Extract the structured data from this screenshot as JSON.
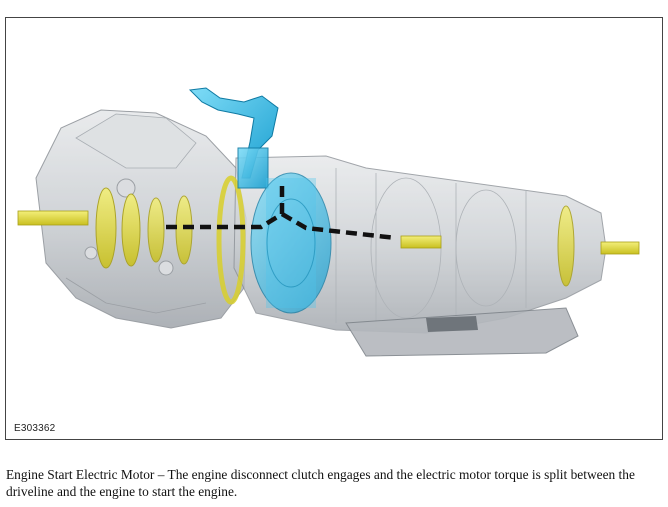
{
  "figure": {
    "id_label": "E303362",
    "colors": {
      "housing": "#bfc3c7",
      "housing_stroke": "#8a8f95",
      "motor": "#29b6e6",
      "shaft": "#e3dd3a",
      "path": "#111111"
    },
    "icons": [
      "transmission-housing-illustration",
      "electric-motor-icon",
      "torque-path-arrows"
    ]
  },
  "caption": {
    "text": "Engine Start Electric Motor – The engine disconnect clutch engages and the electric motor torque is split between the driveline and the engine to start the engine."
  }
}
